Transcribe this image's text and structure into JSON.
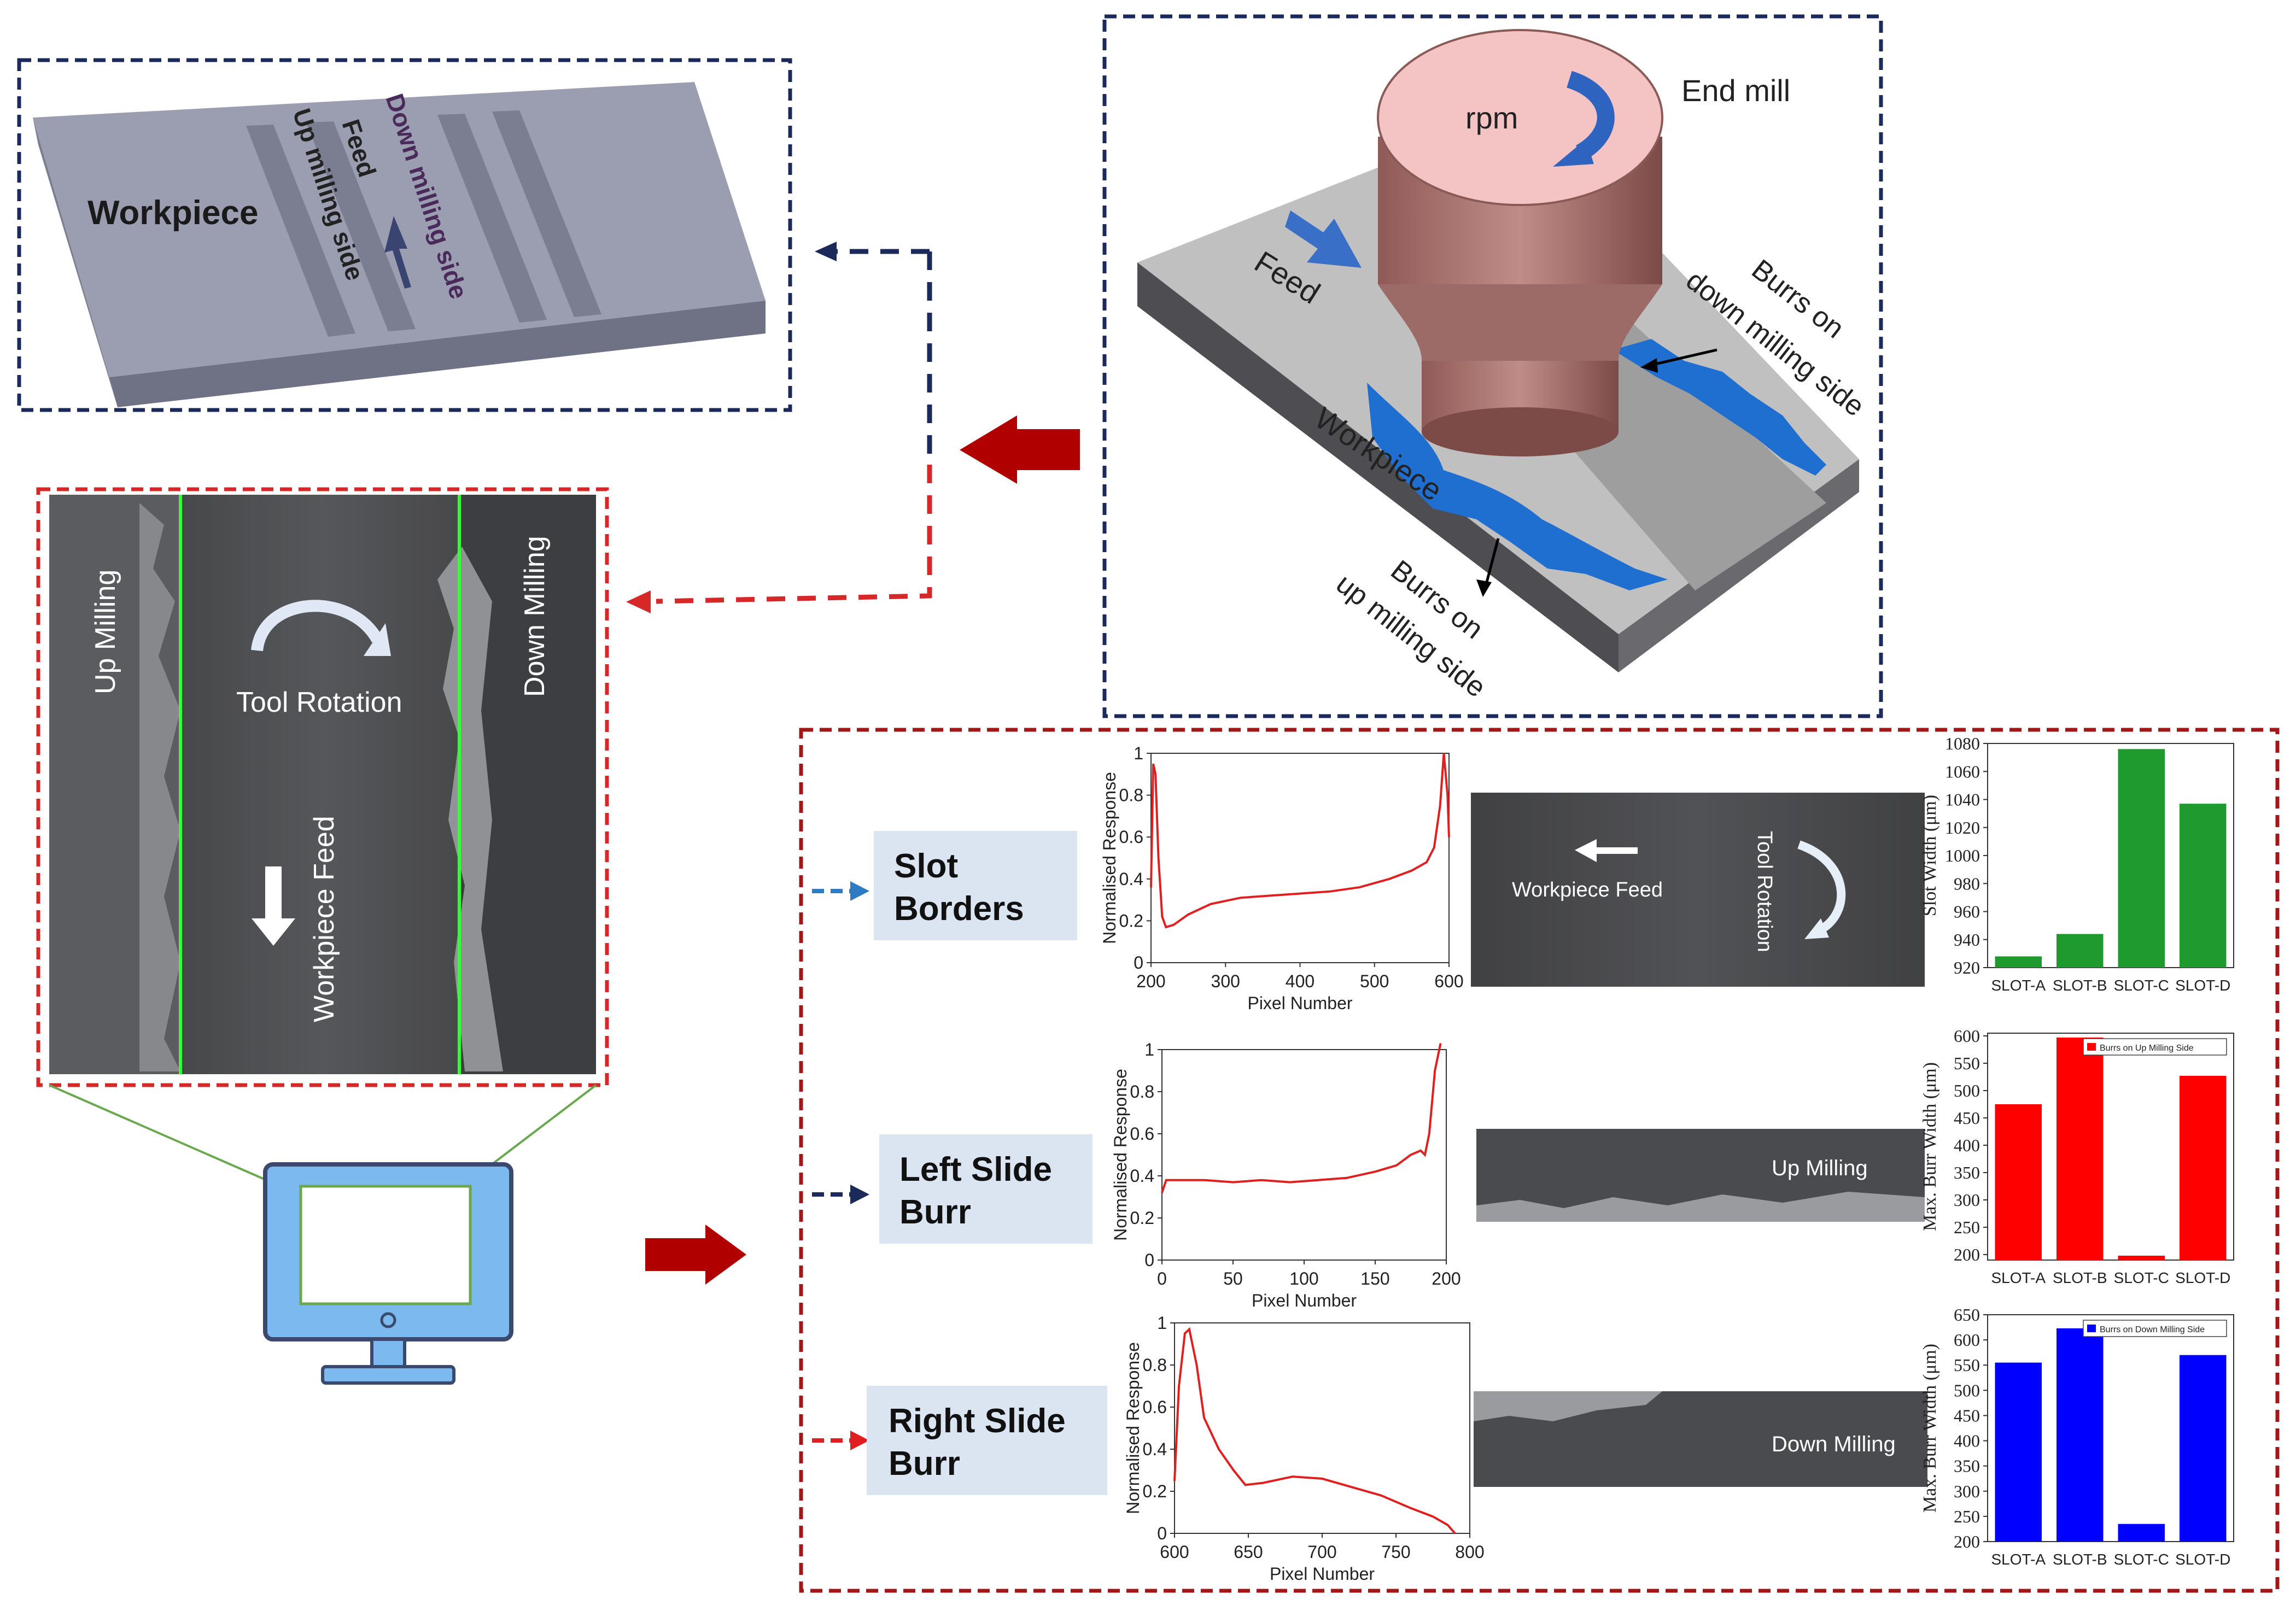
{
  "workpiece_panel": {
    "workpiece": "Workpiece",
    "up_milling_side": "Up milling side",
    "feed": "Feed",
    "down_milling_side": "Down milling side"
  },
  "end_mill_panel": {
    "rpm": "rpm",
    "end_mill": "End mill",
    "feed": "Feed",
    "workpiece": "Workpiece",
    "burrs_down_1": "Burrs on",
    "burrs_down_2": "down milling side",
    "burrs_up_1": "Burrs on",
    "burrs_up_2": "up milling side"
  },
  "sem_panel": {
    "up_milling": "Up Milling",
    "down_milling": "Down Milling",
    "tool_rotation": "Tool Rotation",
    "workpiece_feed": "Workpiece Feed"
  },
  "analysis": {
    "rows": [
      {
        "label_1": "Slot",
        "label_2": "Borders",
        "arrow_color": "#2e7bc4"
      },
      {
        "label_1": "Left Slide",
        "label_2": "Burr",
        "arrow_color": "#1b2a5a"
      },
      {
        "label_1": "Right Slide",
        "label_2": "Burr",
        "arrow_color": "#e02020"
      }
    ],
    "thumb_labels": {
      "workpiece_feed": "Workpiece Feed",
      "tool_rotation": "Tool Rotation",
      "up_milling": "Up Milling",
      "down_milling": "Down Milling"
    }
  },
  "colors": {
    "navy_dash": "#1b2a5a",
    "red_dash": "#d62828",
    "dark_red_arrow": "#b00000",
    "label_box": "#dbe5f1",
    "workpiece_gray": "#8f93a5",
    "end_mill_pink": "#f4c4c4",
    "end_mill_brown": "#b07a76",
    "burr_blue": "#1f6fd0",
    "green_bar": "#1f9a2e",
    "red_bar": "#ff0000",
    "blue_bar": "#0000ff"
  },
  "chart_data": [
    {
      "type": "line",
      "xlabel": "Pixel Number",
      "ylabel": "Normalised Response",
      "xlim": [
        200,
        600
      ],
      "ylim": [
        0,
        1
      ],
      "xticks": [
        200,
        300,
        400,
        500,
        600
      ],
      "yticks": [
        0,
        0.2,
        0.4,
        0.6,
        0.8,
        1
      ],
      "series": [
        {
          "color": "#e02020",
          "x": [
            200,
            203,
            206,
            210,
            215,
            220,
            230,
            250,
            280,
            320,
            360,
            400,
            440,
            480,
            520,
            550,
            570,
            580,
            588,
            593,
            598,
            600
          ],
          "y": [
            0.36,
            0.95,
            0.9,
            0.5,
            0.22,
            0.17,
            0.18,
            0.23,
            0.28,
            0.31,
            0.32,
            0.33,
            0.34,
            0.36,
            0.4,
            0.44,
            0.48,
            0.55,
            0.75,
            1.0,
            0.8,
            0.6
          ]
        }
      ]
    },
    {
      "type": "bar",
      "categories": [
        "SLOT-A",
        "SLOT-B",
        "SLOT-C",
        "SLOT-D"
      ],
      "values": [
        928,
        944,
        1076,
        1037
      ],
      "ylabel": "Slot Width (μm)",
      "ylim": [
        920,
        1080
      ],
      "yticks": [
        920,
        940,
        960,
        980,
        1000,
        1020,
        1040,
        1060,
        1080
      ],
      "color": "#1f9a2e"
    },
    {
      "type": "line",
      "xlabel": "Pixel Number",
      "ylabel": "Normalised Response",
      "xlim": [
        0,
        200
      ],
      "ylim": [
        0,
        1
      ],
      "xticks": [
        0,
        50,
        100,
        150,
        200
      ],
      "yticks": [
        0,
        0.2,
        0.4,
        0.6,
        0.8,
        1
      ],
      "series": [
        {
          "color": "#e02020",
          "x": [
            0,
            3,
            10,
            30,
            50,
            70,
            90,
            110,
            130,
            150,
            165,
            175,
            182,
            185,
            188,
            192,
            196
          ],
          "y": [
            0.32,
            0.38,
            0.38,
            0.38,
            0.37,
            0.38,
            0.37,
            0.38,
            0.39,
            0.42,
            0.45,
            0.5,
            0.52,
            0.5,
            0.6,
            0.9,
            1.03
          ]
        }
      ]
    },
    {
      "type": "bar",
      "categories": [
        "SLOT-A",
        "SLOT-B",
        "SLOT-C",
        "SLOT-D"
      ],
      "values": [
        475,
        597,
        198,
        527
      ],
      "ylabel": "Max. Burr Width (μm)",
      "legend": "Burrs on Up Milling Side",
      "ylim": [
        190,
        605
      ],
      "yticks": [
        200,
        250,
        300,
        350,
        400,
        450,
        500,
        550,
        600
      ],
      "color": "#ff0000"
    },
    {
      "type": "line",
      "xlabel": "Pixel Number",
      "ylabel": "Normalised Response",
      "xlim": [
        600,
        800
      ],
      "ylim": [
        0,
        1
      ],
      "xticks": [
        600,
        650,
        700,
        750,
        800
      ],
      "yticks": [
        0,
        0.2,
        0.4,
        0.6,
        0.8,
        1
      ],
      "series": [
        {
          "color": "#e02020",
          "x": [
            600,
            603,
            607,
            610,
            615,
            620,
            630,
            640,
            648,
            660,
            680,
            700,
            720,
            740,
            760,
            775,
            785,
            790
          ],
          "y": [
            0.25,
            0.7,
            0.95,
            0.97,
            0.8,
            0.55,
            0.4,
            0.3,
            0.23,
            0.24,
            0.27,
            0.26,
            0.22,
            0.18,
            0.12,
            0.08,
            0.04,
            0.0
          ]
        }
      ]
    },
    {
      "type": "bar",
      "categories": [
        "SLOT-A",
        "SLOT-B",
        "SLOT-C",
        "SLOT-D"
      ],
      "values": [
        555,
        623,
        235,
        570
      ],
      "ylabel": "Max. Burr Width (μm)",
      "legend": "Burrs on Down Milling Side",
      "ylim": [
        200,
        650
      ],
      "yticks": [
        200,
        250,
        300,
        350,
        400,
        450,
        500,
        550,
        600,
        650
      ],
      "color": "#0000ff"
    }
  ]
}
